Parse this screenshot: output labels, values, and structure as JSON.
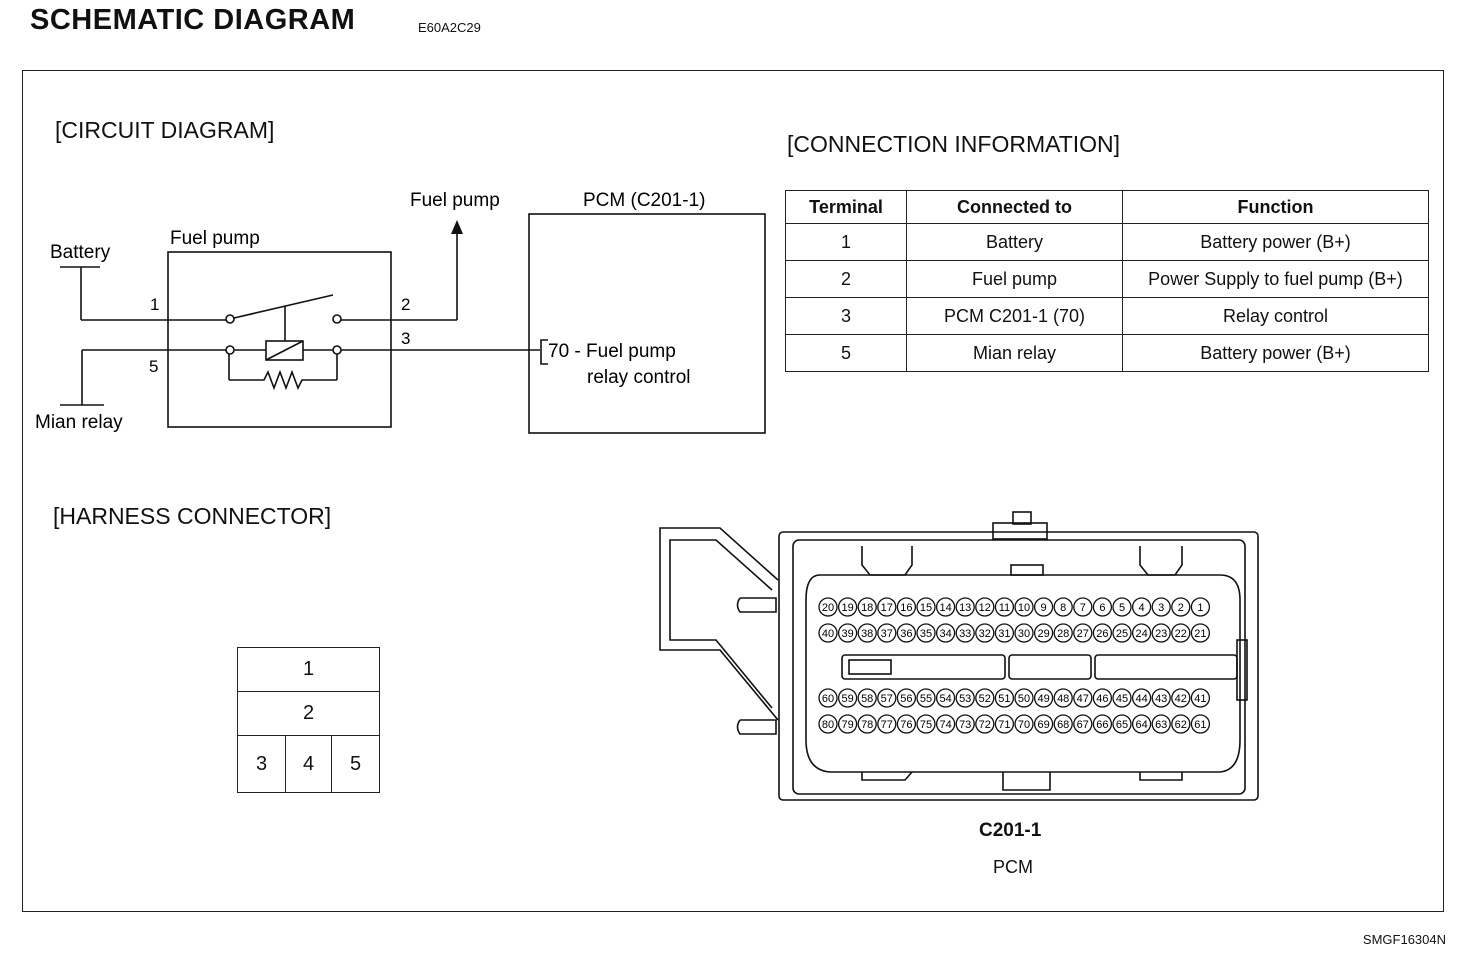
{
  "header": {
    "title": "SCHEMATIC DIAGRAM",
    "code": "E60A2C29"
  },
  "circuit": {
    "title": "[CIRCUIT DIAGRAM]",
    "battery_label": "Battery",
    "main_relay_label": "Mian relay",
    "relay_label": "Fuel pump",
    "output_label": "Fuel pump",
    "pcm_label": "PCM (C201-1)",
    "pin_1": "1",
    "pin_2": "2",
    "pin_3": "3",
    "pin_5": "5",
    "pcm_pin_line1": "70 - Fuel pump",
    "pcm_pin_line2": "relay control"
  },
  "connection": {
    "title": "[CONNECTION INFORMATION]",
    "headers": [
      "Terminal",
      "Connected to",
      "Function"
    ],
    "rows": [
      [
        "1",
        "Battery",
        "Battery power (B+)"
      ],
      [
        "2",
        "Fuel pump",
        "Power Supply to fuel pump (B+)"
      ],
      [
        "3",
        "PCM C201-1 (70)",
        "Relay control"
      ],
      [
        "5",
        "Mian relay",
        "Battery power (B+)"
      ]
    ]
  },
  "harness": {
    "title": "[HARNESS CONNECTOR]",
    "terminals": [
      "1",
      "2",
      "3",
      "4",
      "5"
    ]
  },
  "pcm_connector": {
    "name": "C201-1",
    "sub": "PCM",
    "row1": [
      "20",
      "19",
      "18",
      "17",
      "16",
      "15",
      "14",
      "13",
      "12",
      "11",
      "10",
      "9",
      "8",
      "7",
      "6",
      "5",
      "4",
      "3",
      "2",
      "1"
    ],
    "row2": [
      "40",
      "39",
      "38",
      "37",
      "36",
      "35",
      "34",
      "33",
      "32",
      "31",
      "30",
      "29",
      "28",
      "27",
      "26",
      "25",
      "24",
      "23",
      "22",
      "21"
    ],
    "row3": [
      "60",
      "59",
      "58",
      "57",
      "56",
      "55",
      "54",
      "53",
      "52",
      "51",
      "50",
      "49",
      "48",
      "47",
      "46",
      "45",
      "44",
      "43",
      "42",
      "41"
    ],
    "row4": [
      "80",
      "79",
      "78",
      "77",
      "76",
      "75",
      "74",
      "73",
      "72",
      "71",
      "70",
      "69",
      "68",
      "67",
      "66",
      "65",
      "64",
      "63",
      "62",
      "61"
    ]
  },
  "footer": {
    "code": "SMGF16304N"
  }
}
